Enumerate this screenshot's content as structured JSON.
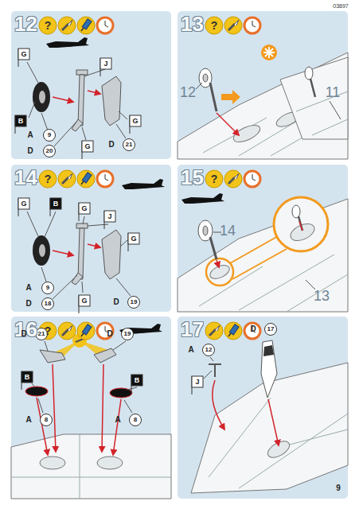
{
  "diagram": {
    "nodes": [
      {
        "text": [
          "12"
        ]
      },
      {
        "text": [
          "13"
        ]
      },
      {
        "text": [
          "14"
        ]
      },
      {
        "text": [
          "15"
        ]
      },
      {
        "text": [
          "16"
        ]
      },
      {
        "text": [
          "17"
        ]
      }
    ],
    "labels": [
      "03897",
      "?",
      "G",
      "J",
      "B",
      "G",
      "G",
      "A",
      "9",
      "D",
      "20",
      "D",
      "21",
      "?",
      "12",
      "11",
      "?",
      "G",
      "B",
      "G",
      "J",
      "G",
      "G",
      "A",
      "9",
      "D",
      "18",
      "D",
      "19",
      "?",
      "14",
      "13",
      "?",
      "D",
      "21",
      "D",
      "19",
      "B",
      "B",
      "A",
      "8",
      "A",
      "8",
      "D",
      "17",
      "A",
      "12",
      "J",
      "9"
    ]
  }
}
